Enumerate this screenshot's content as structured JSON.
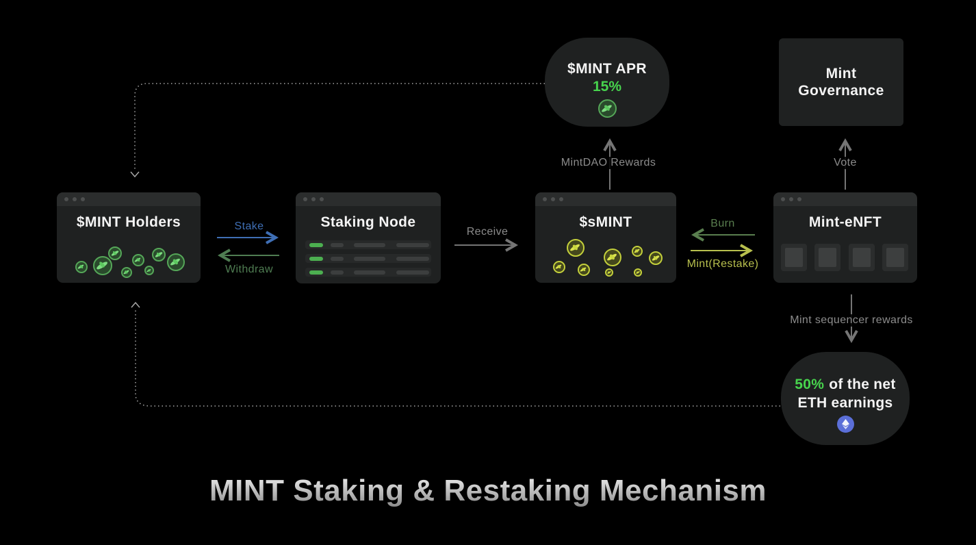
{
  "title": "MINT Staking & Restaking Mechanism",
  "nodes": {
    "mint_apr": {
      "title": "$MINT APR",
      "value": "15%",
      "icon": "mint-coin-icon"
    },
    "mint_governance": {
      "title": "Mint Governance"
    },
    "mint_holders": {
      "title": "$MINT Holders",
      "icon": "mint-coin-icon"
    },
    "staking_node": {
      "title": "Staking Node"
    },
    "smint": {
      "title": "$sMINT",
      "icon": "smint-coin-icon"
    },
    "mint_enft": {
      "title": "Mint-eNFT"
    },
    "eth_earnings": {
      "percent": "50%",
      "line1_rest": "of the net",
      "line2": "ETH earnings",
      "icon": "eth-icon"
    }
  },
  "edges": {
    "stake": "Stake",
    "withdraw": "Withdraw",
    "receive": "Receive",
    "burn": "Burn",
    "mint_restake": "Mint(Restake)",
    "mintdao_rewards": "MintDAO Rewards",
    "vote": "Vote",
    "sequencer_rewards": "Mint sequencer rewards"
  },
  "colors": {
    "background": "#000000",
    "panel": "#1f2121",
    "panel_header": "#2b2d2d",
    "accent_green": "#47d44d",
    "stake_blue": "#3f6fb5",
    "withdraw_green": "#4f7d52",
    "burn_green": "#5a7f4f",
    "restake_yellow": "#b8c04e",
    "label_gray": "#8c8c8c",
    "eth_blue": "#5b6fd8",
    "mint_coin_green": "#55a758",
    "smint_coin_yellow": "#c4d03b"
  }
}
